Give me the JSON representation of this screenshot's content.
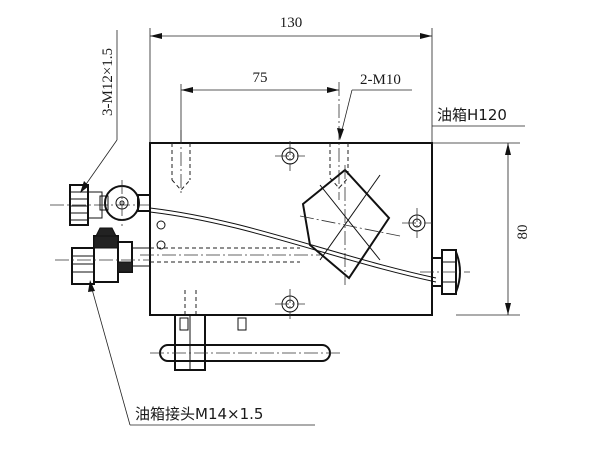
{
  "dimensions": {
    "width_total": "130",
    "width_hole": "75",
    "height": "80"
  },
  "callouts": {
    "bolt_holes": "2-M10",
    "tank_height": "油箱H120",
    "mount_thread": "3-M12×1.5",
    "tank_fitting": "油箱接头M14×1.5"
  }
}
